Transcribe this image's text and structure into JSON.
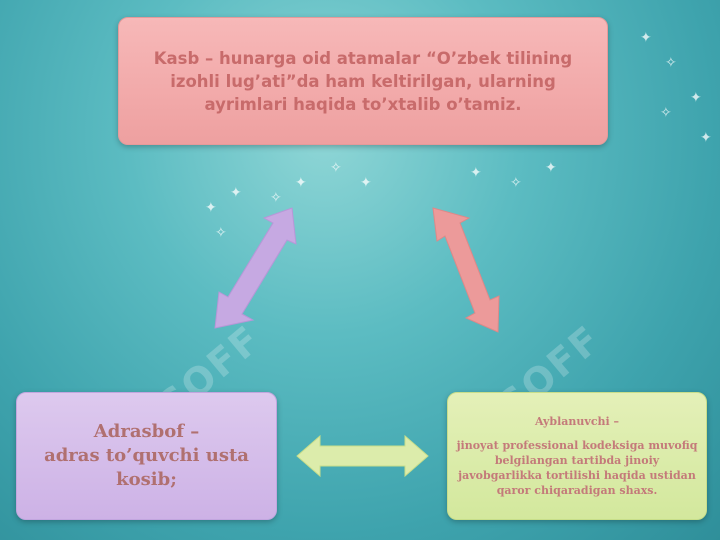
{
  "diagram": {
    "top_node": {
      "text": "Kasb – hunarga oid atamalar “O’zbek tilining izohli lug’ati”da ham keltirilgan, ularning ayrimlari haqida to’xtalib o’tamiz."
    },
    "left_node": {
      "line1": "Adrasbof –",
      "line2": "adras to’quvchi usta kosib;"
    },
    "right_node": {
      "title": "Ayblanuvchi –",
      "body": "jinoyat professional kodeksiga muvofiq belgilangan tartibda jinoiy javobgarlikka tortilishi haqida ustidan qaror chiqaradigan shaxs."
    },
    "watermark": "SOFF",
    "colors": {
      "top_box": "#f2aeae",
      "left_box": "#d6bdeb",
      "right_box": "#dcecab",
      "arrow_left": "#c6a9e2",
      "arrow_right": "#ec9a9a",
      "arrow_bottom": "#dcecab"
    }
  }
}
